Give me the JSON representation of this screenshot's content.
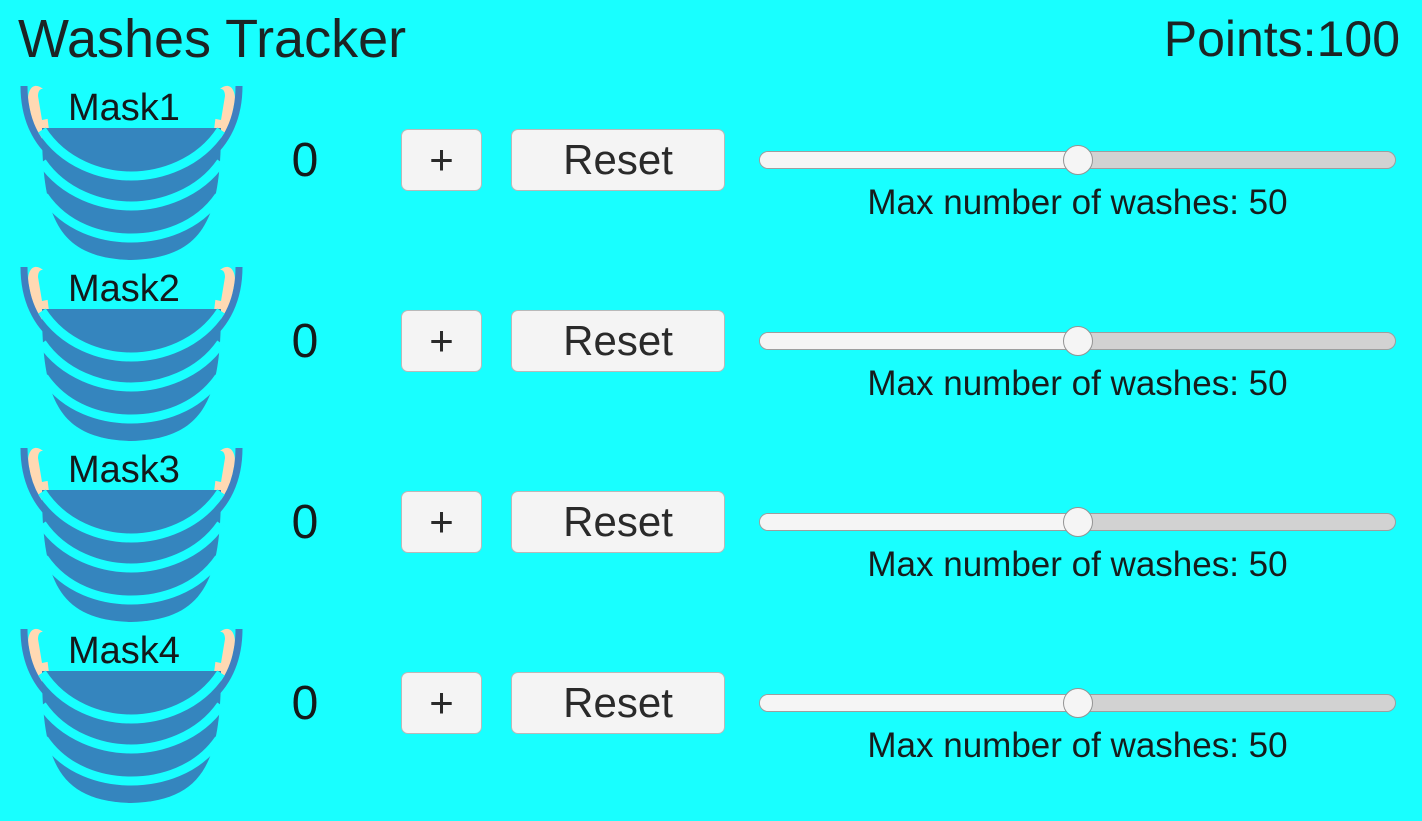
{
  "header": {
    "title": "Washes Tracker",
    "points_label": "Points:100"
  },
  "colors": {
    "background": "#18ffff",
    "text": "#1c2424",
    "button_face": "#f4f4f4",
    "button_border": "#b9b9b9",
    "mask_body": "#3585be",
    "mask_outline": "#3f7fc0",
    "mask_pleat_gap": "#18ffff",
    "mask_strap": "#ffd9b3",
    "slider_track_empty": "#d2d2d2",
    "slider_track_fill": "#f5f5f5",
    "slider_thumb": "#f5f5f5"
  },
  "rows": [
    {
      "mask_label": "Mask1",
      "count": "0",
      "add_label": "+",
      "reset_label": "Reset",
      "slider_caption": "Max number of washes: 50",
      "slider_value": 50,
      "slider_percent": 50
    },
    {
      "mask_label": "Mask2",
      "count": "0",
      "add_label": "+",
      "reset_label": "Reset",
      "slider_caption": "Max number of washes: 50",
      "slider_value": 50,
      "slider_percent": 50
    },
    {
      "mask_label": "Mask3",
      "count": "0",
      "add_label": "+",
      "reset_label": "Reset",
      "slider_caption": "Max number of washes: 50",
      "slider_value": 50,
      "slider_percent": 50
    },
    {
      "mask_label": "Mask4",
      "count": "0",
      "add_label": "+",
      "reset_label": "Reset",
      "slider_caption": "Max number of washes: 50",
      "slider_value": 50,
      "slider_percent": 50
    }
  ],
  "icons": {
    "mask": "face-mask-icon"
  }
}
